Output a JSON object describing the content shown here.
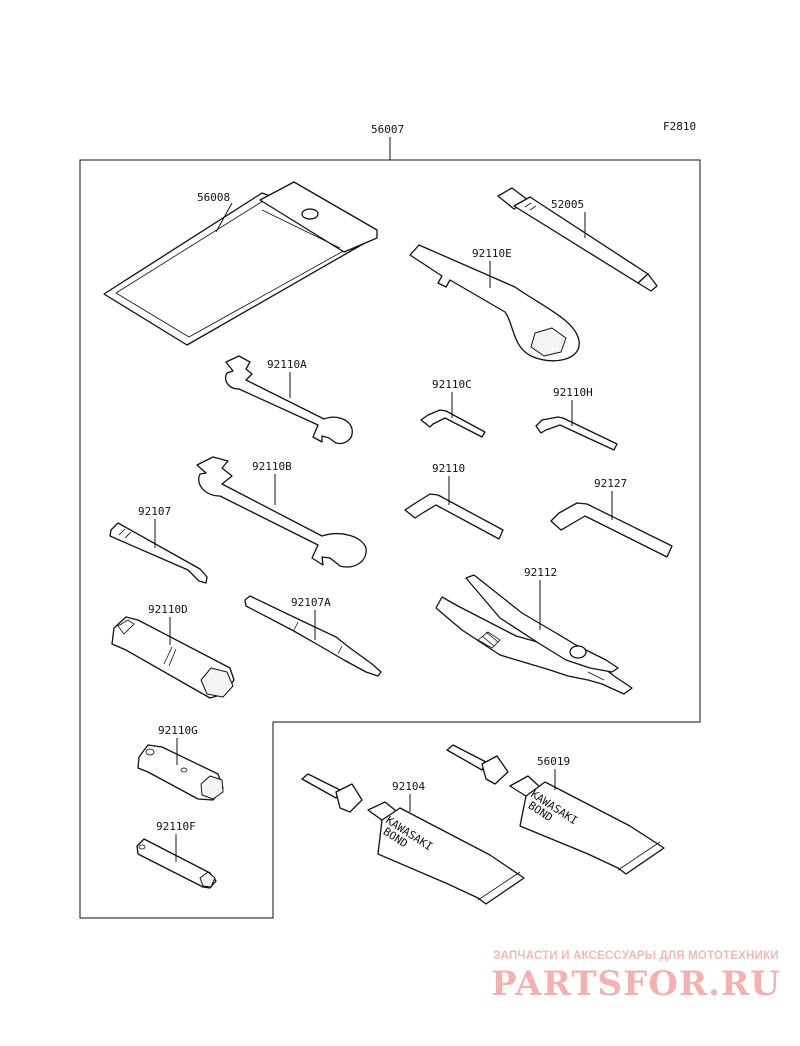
{
  "figure_code": "F2810",
  "assembly_part": "56007",
  "parts": [
    {
      "id": "56008",
      "label": "56008"
    },
    {
      "id": "52005",
      "label": "52005"
    },
    {
      "id": "92110E",
      "label": "92110E"
    },
    {
      "id": "92110A",
      "label": "92110A"
    },
    {
      "id": "92110C",
      "label": "92110C"
    },
    {
      "id": "92110H",
      "label": "92110H"
    },
    {
      "id": "92110B",
      "label": "92110B"
    },
    {
      "id": "92110",
      "label": "92110"
    },
    {
      "id": "92127",
      "label": "92127"
    },
    {
      "id": "92107",
      "label": "92107"
    },
    {
      "id": "92112",
      "label": "92112"
    },
    {
      "id": "92110D",
      "label": "92110D"
    },
    {
      "id": "92107A",
      "label": "92107A"
    },
    {
      "id": "92110G",
      "label": "92110G"
    },
    {
      "id": "92110F",
      "label": "92110F"
    },
    {
      "id": "92104",
      "label": "92104"
    },
    {
      "id": "56019",
      "label": "56019"
    }
  ],
  "tube_print": {
    "brand": "KAWASAKI",
    "product": "BOND"
  },
  "watermark": {
    "line1": "ЗАПЧАСТИ И АКСЕССУАРЫ ДЛЯ МОТОТЕХНИКИ",
    "line2": "PARTSFOR.RU"
  }
}
